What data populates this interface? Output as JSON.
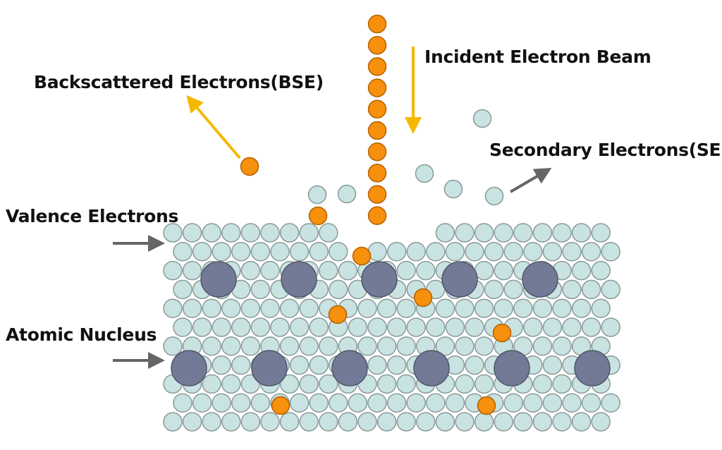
{
  "labels": {
    "incident_beam": "Incident Electron Beam",
    "backscattered": "Backscattered Electrons(BSE)",
    "secondary": "Secondary Electrons(SE)",
    "valence": "Valence Electrons",
    "nucleus": "Atomic Nucleus"
  },
  "colors": {
    "electron_fill": "#c8e3e1",
    "electron_stroke": "#8a9a99",
    "nucleus_fill": "#737a96",
    "nucleus_stroke": "#4f556c",
    "incident_fill": "#f7900c",
    "incident_stroke": "#b55f00",
    "arrow_yellow": "#f5b800",
    "arrow_gray": "#666666"
  }
}
